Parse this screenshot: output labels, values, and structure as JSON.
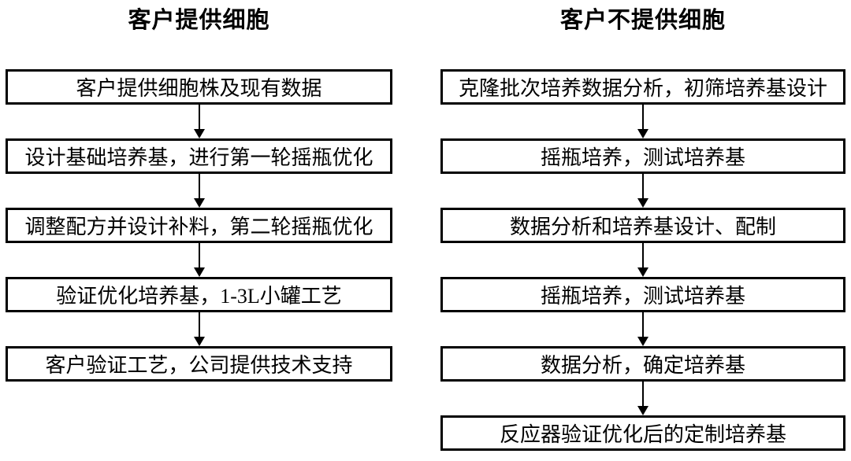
{
  "colors": {
    "ink": "#000000",
    "background": "#ffffff"
  },
  "left_flow": {
    "title": "客户提供细胞",
    "steps": [
      "客户提供细胞株及现有数据",
      "设计基础培养基，进行第一轮摇瓶优化",
      "调整配方并设计补料，第二轮摇瓶优化",
      "验证优化培养基，1-3L小罐工艺",
      "客户验证工艺，公司提供技术支持"
    ]
  },
  "right_flow": {
    "title": "客户不提供细胞",
    "steps": [
      "克隆批次培养数据分析，初筛培养基设计",
      "摇瓶培养，测试培养基",
      "数据分析和培养基设计、配制",
      "摇瓶培养，测试培养基",
      "数据分析，确定培养基",
      "反应器验证优化后的定制培养基"
    ]
  }
}
